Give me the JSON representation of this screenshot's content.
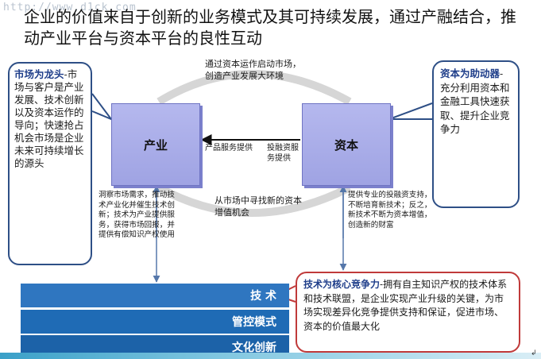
{
  "watermark": "http://www.d1ck.com",
  "headline": "企业的价值来自于创新的业务模式及其可持续发展，通过产融结合，推动产业平台与资本平台的良性互动",
  "left_callout": {
    "title": "市场为龙头",
    "body": "-市场与客户是产业发展、技术创新以及资本运作的导向；快速抢占机会市场是企业未来可持续增长的源头"
  },
  "right_callout": {
    "title": "资本为助动器",
    "body": "-充分利用资本和金融工具快速获取、提升企业竞争力"
  },
  "industry_box": "产业",
  "capital_box": "资本",
  "top_note": "通过资本运作启动市场，创造产业发展大环境",
  "bottom_note": "从市场中寻找新的资本增值机会",
  "left_arrow_label": "产品服务提供",
  "right_arrow_label": "投融资服务提供",
  "industry_detail": "洞察市场需求，推动技术产业化并催生技术创新；技术为产业提供服务，获得市场回报，并提供有偿知识产权使用",
  "capital_detail": "提供专业的投融资支持，不断培育新技术；反之，新技术不断为资本增值，创造新的财富",
  "bands": {
    "tech": "技 术",
    "mgmt": "管控模式",
    "culture": "文化创新"
  },
  "bottom_right_callout": {
    "title": "技术为核心竞争力",
    "body": "-拥有自主知识产权的技术体系和技术联盟，是企业实现产业升级的关键，为市场实现差异化竞争提供支持和保证，促进市场、资本的价值最大化"
  },
  "corner_mark": "↲",
  "colors": {
    "box_fill": "#a9ace8",
    "callout_border": "#2e4f86",
    "band_blue": "#2f76c0",
    "highlight_border": "#c03a3a"
  }
}
